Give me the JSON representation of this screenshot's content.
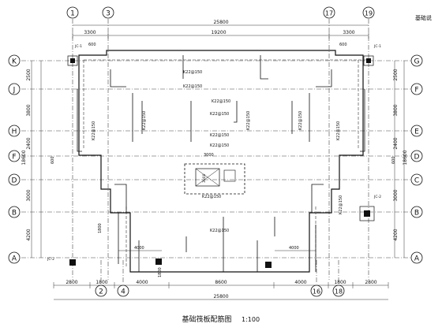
{
  "title": "基础筏板配筋图",
  "scale": "1:100",
  "corner_note": "基础说",
  "axes": {
    "top": [
      "1",
      "3",
      "17",
      "19"
    ],
    "bottom": [
      "2",
      "4",
      "16",
      "18"
    ],
    "left": [
      "K",
      "J",
      "H",
      "F",
      "D",
      "B",
      "A"
    ],
    "right": [
      "G",
      "F",
      "E",
      "D",
      "C",
      "B",
      "A"
    ]
  },
  "dims": {
    "top_overall": "25800",
    "top_segments": [
      "3300",
      "19200",
      "3300"
    ],
    "bottom_overall": "25800",
    "bottom_segments": [
      "2800",
      "1800",
      "4000",
      "8600",
      "4000",
      "1800",
      "2800"
    ],
    "left": [
      "2500",
      "3800",
      "2400",
      "3000",
      "4200"
    ],
    "left_total": "18600",
    "right": [
      "2500",
      "3800",
      "2400",
      "3000",
      "4200"
    ],
    "right_total": "18600"
  },
  "rebar_labels": [
    "K22@150",
    "K22@150",
    "K22@150",
    "K22@150",
    "K22@150",
    "K22@150",
    "K22@150",
    "K22@150",
    "K22@150",
    "K22@150",
    "K22@150",
    "K22@150",
    "K22@150",
    "K22@150"
  ],
  "small_dims": [
    "600",
    "600",
    "600",
    "600",
    "4000",
    "4000",
    "3000",
    "3000",
    "1800",
    "1800"
  ],
  "details": [
    "JC-1",
    "JC-1",
    "JC-2",
    "JC-2"
  ]
}
